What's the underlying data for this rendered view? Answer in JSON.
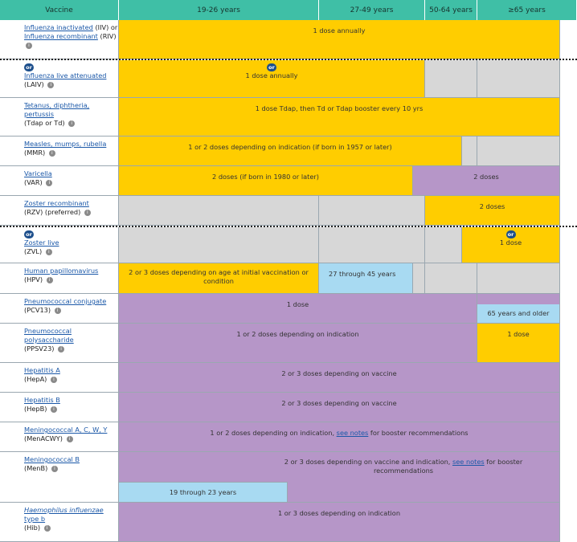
{
  "headers": [
    "Vaccine",
    "19-26 years",
    "27-49 years",
    "50-64 years",
    "≥65 years"
  ],
  "info_glyph": "i",
  "or_badge": "or",
  "vaccines": [
    {
      "name": "Influenza inactivated",
      "abbr": "(IIV)",
      "joiner": "or",
      "name2": "Influenza recombinant",
      "abbr2": "(RIV)",
      "dose": "1 dose annually"
    },
    {
      "name": "Influenza live attenuated",
      "abbr": "(LAIV)",
      "dose": "1 dose annually"
    },
    {
      "name": "Tetanus, diphtheria, pertussis",
      "abbr": "(Tdap or Td)",
      "dose": "1 dose Tdap, then Td or Tdap booster every 10 yrs"
    },
    {
      "name": "Measles, mumps, rubella",
      "abbr": "(MMR)",
      "dose": "1 or 2 doses depending on indication (if born in 1957 or later)"
    },
    {
      "name": "Varicella",
      "abbr": "(VAR)",
      "dose": "2 doses (if born in 1980 or later)",
      "dose2": "2 doses"
    },
    {
      "name": "Zoster recombinant",
      "abbr": "(RZV) (preferred)",
      "dose": "2 doses"
    },
    {
      "name": "Zoster live",
      "abbr": "(ZVL)",
      "dose": "1 dose"
    },
    {
      "name": "Human papillomavirus",
      "abbr": "(HPV)",
      "dose": "2 or 3 doses depending on age at initial vaccination or condition",
      "dose2": "27 through 45 years"
    },
    {
      "name": "Pneumococcal conjugate",
      "abbr": "(PCV13)",
      "dose": "1 dose",
      "dose2": "65 years and older"
    },
    {
      "name": "Pneumococcal polysaccharide",
      "abbr": "(PPSV23)",
      "dose": "1 or 2 doses depending on indication",
      "dose2": "1 dose"
    },
    {
      "name": "Hepatitis A",
      "abbr": "(HepA)",
      "dose": "2 or 3 doses depending on vaccine"
    },
    {
      "name": "Hepatitis B",
      "abbr": "(HepB)",
      "dose": "2 or 3 doses depending on vaccine"
    },
    {
      "name": "Meningococcal A, C, W, Y",
      "abbr": "(MenACWY)",
      "dose_pre": "1 or 2 doses depending on indication, ",
      "link": "see notes",
      "dose_post": " for booster recommendations"
    },
    {
      "name": "Meningococcal B",
      "abbr": "(MenB)",
      "dose_pre": "2 or 3 doses depending on vaccine and indication, ",
      "link": "see notes",
      "dose_post": " for booster recommendations",
      "dose2": "19 through 23 years"
    },
    {
      "name": "Haemophilus influenzae",
      "name_b": "type b",
      "abbr": "(Hib)",
      "dose": "1 or 3 doses depending on indication"
    }
  ],
  "colors": {
    "header": "#3fbfa6",
    "recommended": "#ffcd00",
    "risk": "#b696c8",
    "not_recommended": "#d7d7d7",
    "catch_up": "#a8daf2"
  }
}
